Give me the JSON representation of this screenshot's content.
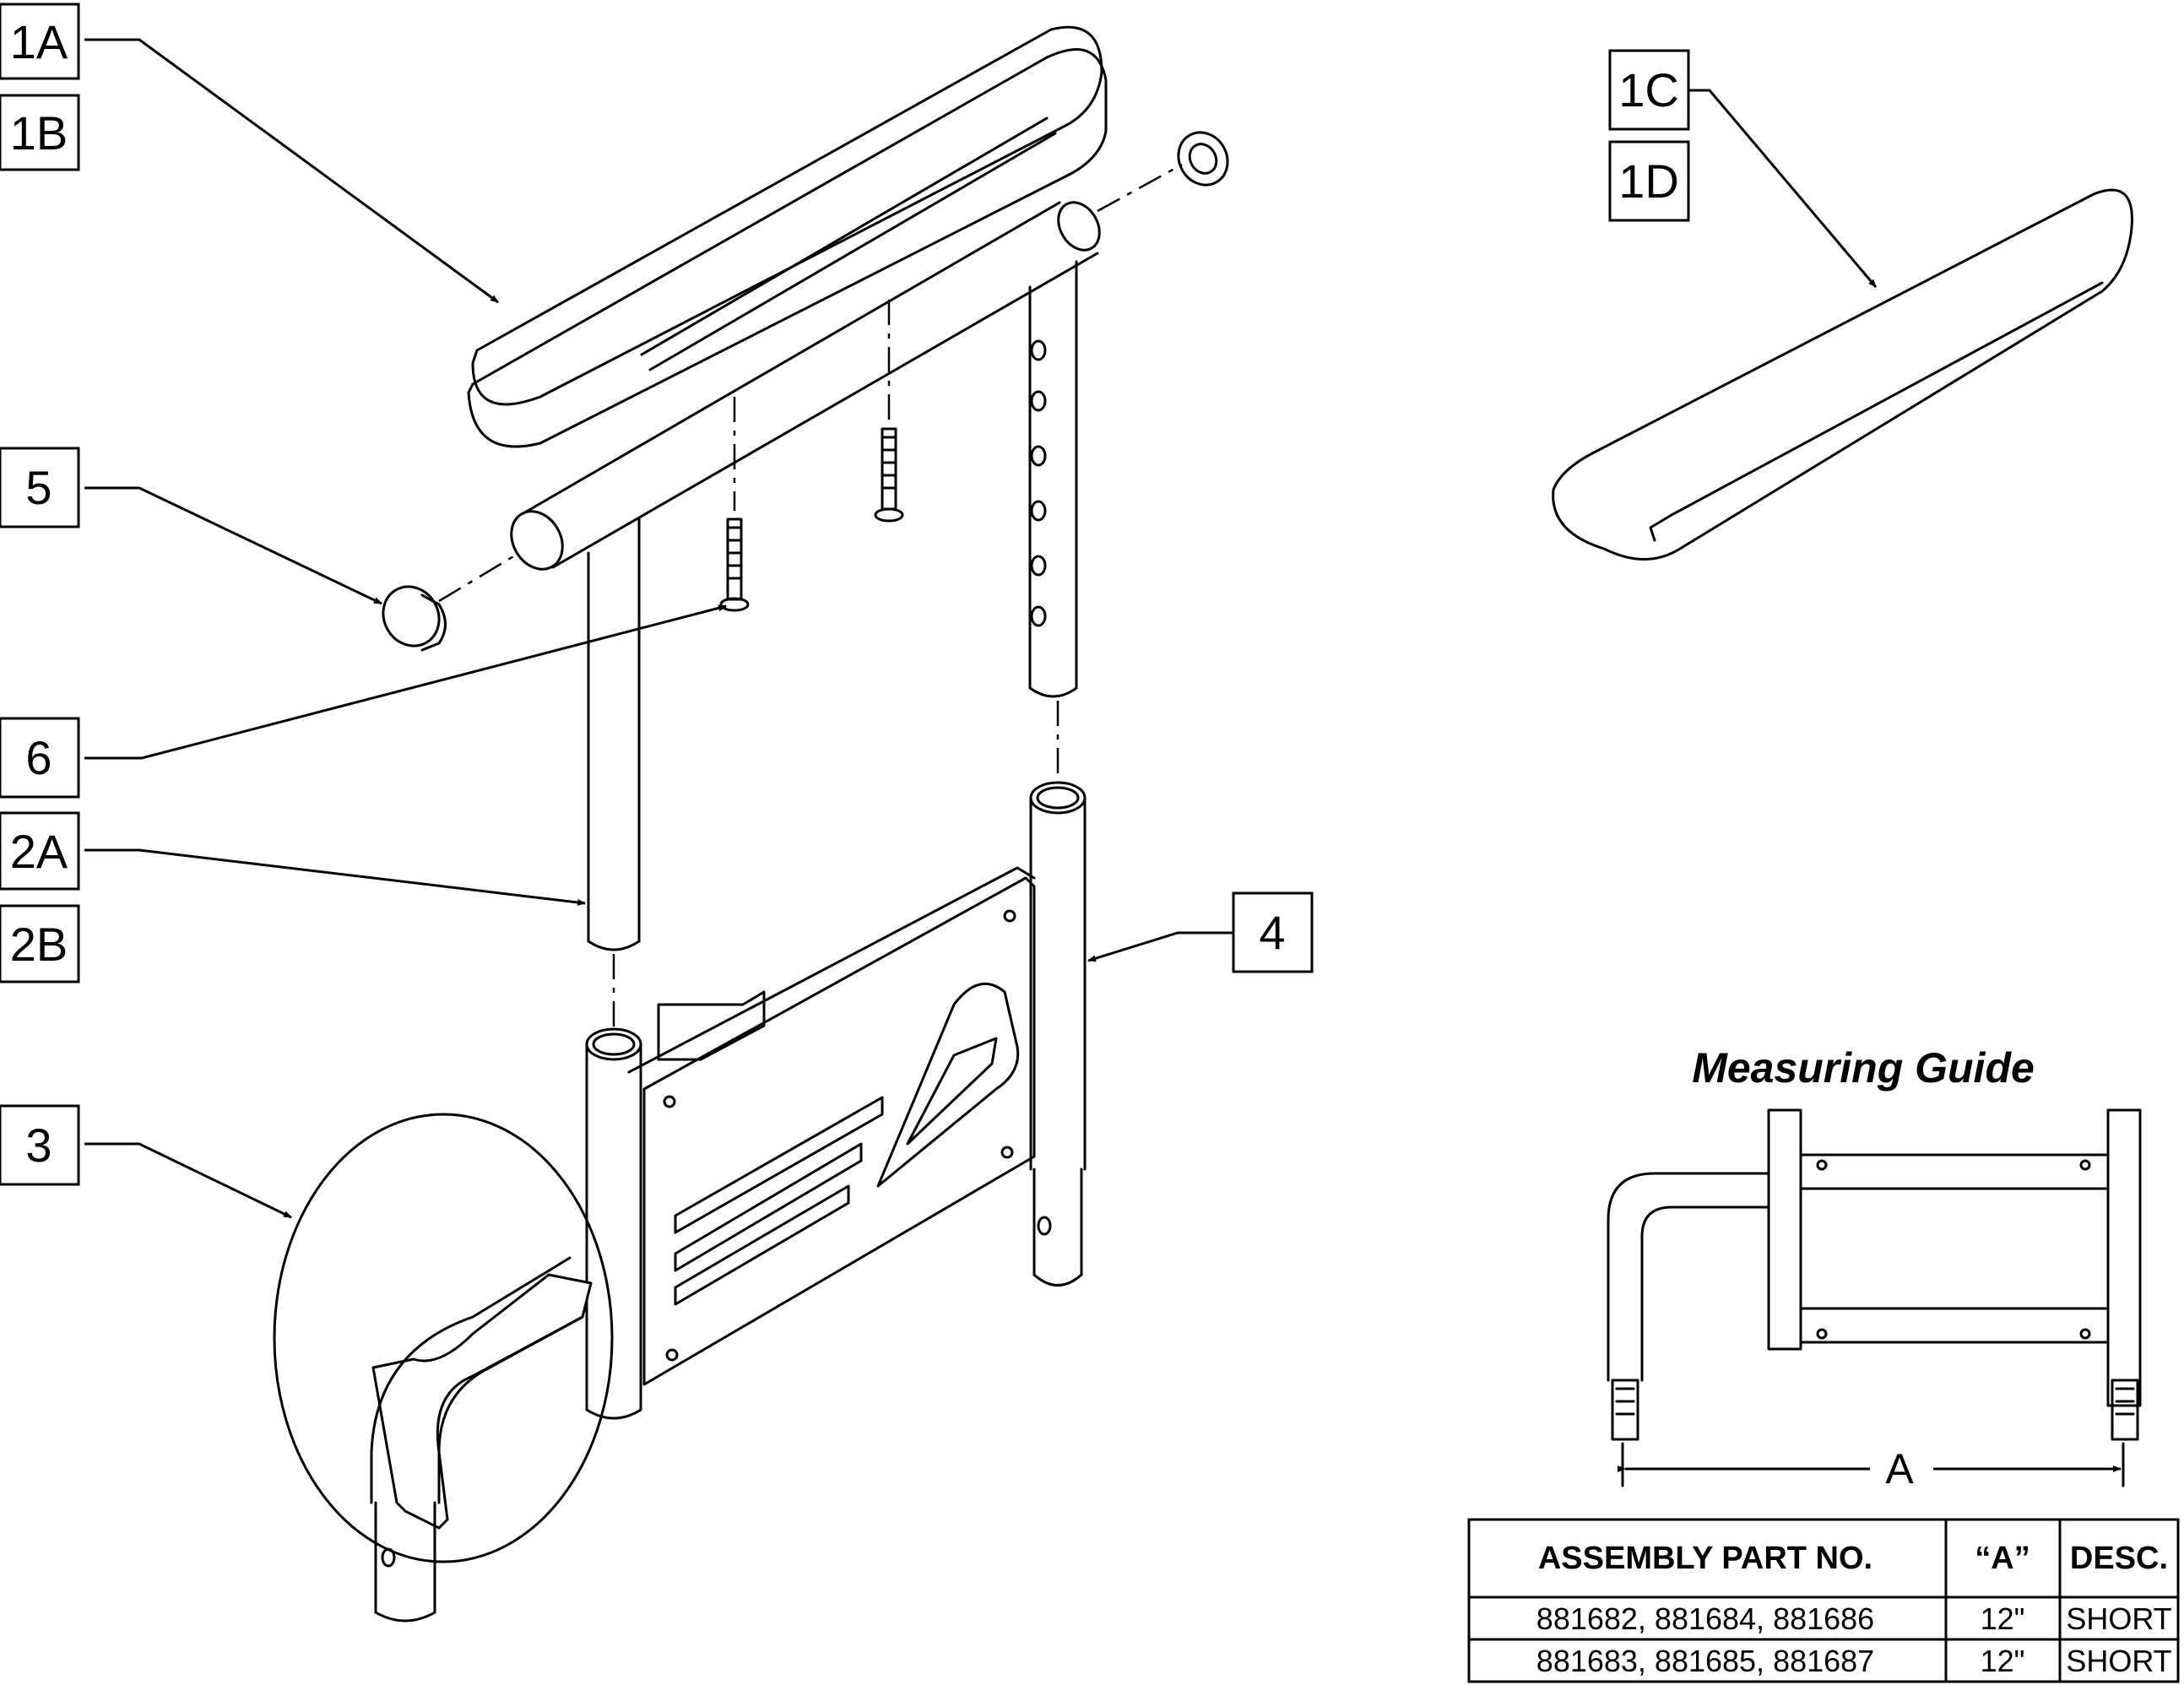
{
  "callouts": {
    "c1a": "1A",
    "c1b": "1B",
    "c1c": "1C",
    "c1d": "1D",
    "c2a": "2A",
    "c2b": "2B",
    "c3": "3",
    "c4": "4",
    "c5": "5",
    "c6": "6"
  },
  "measuring_guide": {
    "title": "Measuring Guide",
    "dimension_label": "A"
  },
  "table": {
    "headers": [
      "ASSEMBLY PART NO.",
      "“A”",
      "DESC."
    ],
    "rows": [
      [
        "881682, 881684, 881686",
        "12\"",
        "SHORT"
      ],
      [
        "881683, 881685, 881687",
        "12\"",
        "SHORT"
      ]
    ]
  }
}
